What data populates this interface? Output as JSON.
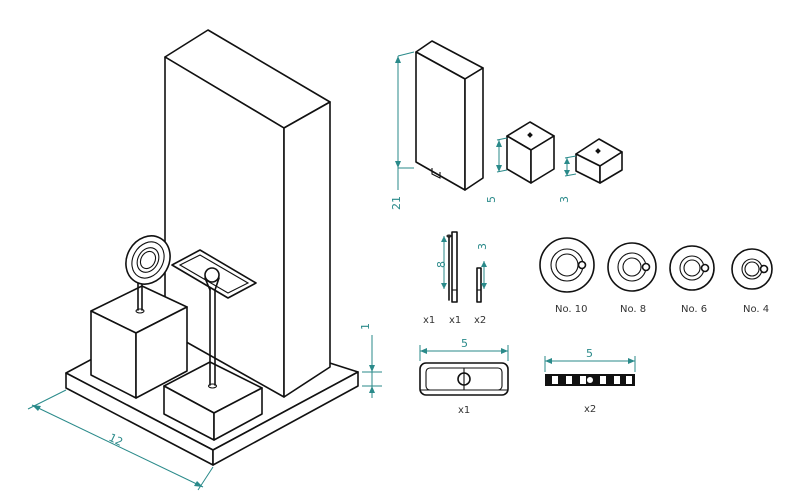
{
  "dimensions": {
    "base_width": "12",
    "base_height": "1",
    "tall_block_height": "21",
    "cube_large": "5",
    "cube_small": "3",
    "rod_long": "8",
    "rod_short": "3",
    "tray_width": "5",
    "strip_width": "5"
  },
  "parts": {
    "rod_qty_a": "x1",
    "rod_qty_b": "x1",
    "rod_qty_c": "x2",
    "ring_labels": [
      "No. 10",
      "No. 8",
      "No. 6",
      "No. 4"
    ],
    "tray_qty": "x1",
    "strip_qty": "x2"
  }
}
